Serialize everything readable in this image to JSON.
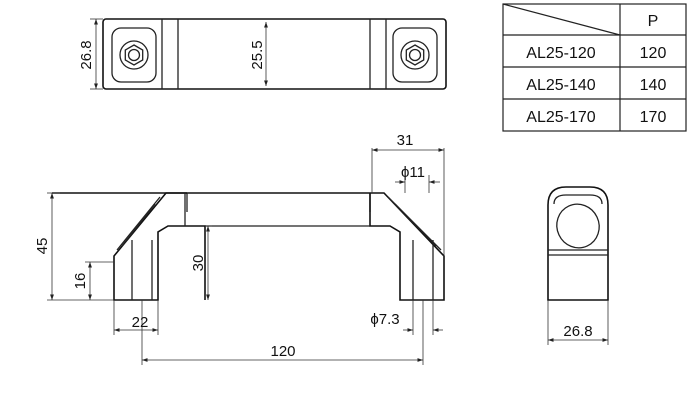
{
  "table": {
    "header": [
      "",
      "P"
    ],
    "rows": [
      [
        "AL25-120",
        "120"
      ],
      [
        "AL25-140",
        "140"
      ],
      [
        "AL25-170",
        "170"
      ]
    ]
  },
  "dimensions": {
    "top_height": "26.8",
    "top_inner": "25.5",
    "width_31": "31",
    "hole_11": "ϕ11",
    "height_45": "45",
    "height_16": "16",
    "height_30": "30",
    "width_22": "22",
    "hole_7_3": "ϕ7.3",
    "length_120": "120",
    "side_width": "26.8"
  }
}
